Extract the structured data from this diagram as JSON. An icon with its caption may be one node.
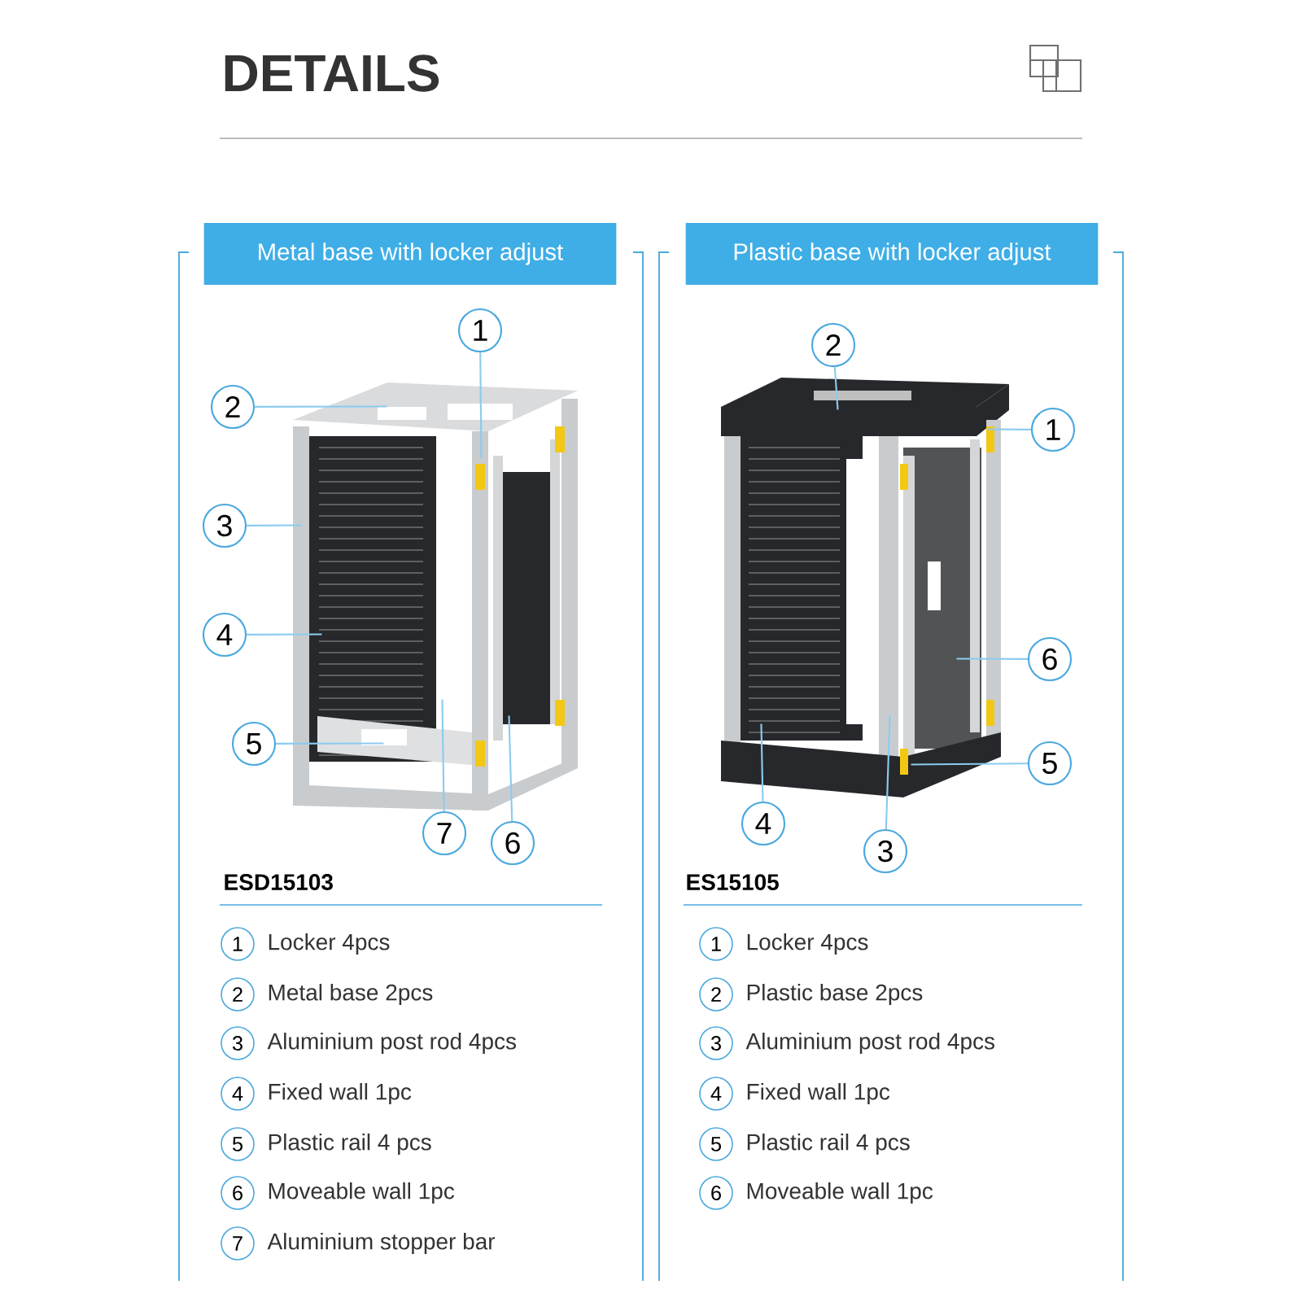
{
  "diagram": {
    "title": "DETAILS",
    "nodes": [
      {
        "text": [
          "Metal base with locker adjust"
        ]
      },
      {
        "text": [
          "Plastic base with locker adjust"
        ]
      },
      {
        "text": [
          "1"
        ]
      },
      {
        "text": [
          "2"
        ]
      },
      {
        "text": [
          "3"
        ]
      },
      {
        "text": [
          "4"
        ]
      },
      {
        "text": [
          "5"
        ]
      },
      {
        "text": [
          "6"
        ]
      },
      {
        "text": [
          "7"
        ]
      },
      {
        "text": [
          "1"
        ]
      },
      {
        "text": [
          "2"
        ]
      },
      {
        "text": [
          "3"
        ]
      },
      {
        "text": [
          "4"
        ]
      },
      {
        "text": [
          "5"
        ]
      },
      {
        "text": [
          "6"
        ]
      },
      {
        "text": [
          "1"
        ],
        "beside": [
          "Locker 4pcs"
        ]
      },
      {
        "text": [
          "2"
        ],
        "beside": [
          "Metal base 2pcs"
        ]
      },
      {
        "text": [
          "3"
        ],
        "beside": [
          "Aluminium post rod 4pcs"
        ]
      },
      {
        "text": [
          "4"
        ],
        "beside": [
          "Fixed wall 1pc"
        ]
      },
      {
        "text": [
          "5"
        ],
        "beside": [
          "Plastic rail 4 pcs"
        ]
      },
      {
        "text": [
          "6"
        ],
        "beside": [
          "Moveable wall 1pc"
        ]
      },
      {
        "text": [
          "7"
        ],
        "beside": [
          "Aluminium stopper bar"
        ]
      },
      {
        "text": [
          "1"
        ],
        "beside": [
          "Locker 4pcs"
        ]
      },
      {
        "text": [
          "2"
        ],
        "beside": [
          "Plastic base 2pcs"
        ]
      },
      {
        "text": [
          "3"
        ],
        "beside": [
          "Aluminium post rod 4pcs"
        ]
      },
      {
        "text": [
          "4"
        ],
        "beside": [
          "Fixed wall 1pc"
        ]
      },
      {
        "text": [
          "5"
        ],
        "beside": [
          "Plastic rail 4 pcs"
        ]
      },
      {
        "text": [
          "6"
        ],
        "beside": [
          "Moveable wall 1pc"
        ]
      },
      {
        "text": [],
        "shape": "picture"
      },
      {
        "text": [],
        "shape": "picture"
      }
    ],
    "edges": [
      {
        "from": 2,
        "to": 28,
        "arrow": "none"
      },
      {
        "from": 3,
        "to": 28,
        "arrow": "none"
      },
      {
        "from": 4,
        "to": 28,
        "arrow": "none"
      },
      {
        "from": 5,
        "to": 28,
        "arrow": "none"
      },
      {
        "from": 6,
        "to": 28,
        "arrow": "none"
      },
      {
        "from": 7,
        "to": 28,
        "arrow": "none"
      },
      {
        "from": 8,
        "to": 28,
        "arrow": "none"
      },
      {
        "from": 9,
        "to": 29,
        "arrow": "none"
      },
      {
        "from": 10,
        "to": 29,
        "arrow": "none"
      },
      {
        "from": 11,
        "to": 29,
        "arrow": "none"
      },
      {
        "from": 12,
        "to": 29,
        "arrow": "none"
      },
      {
        "from": 13,
        "to": 29,
        "arrow": "none"
      },
      {
        "from": 14,
        "to": 29,
        "arrow": "none"
      }
    ],
    "labels": [
      "ESD15103",
      "ES15105"
    ]
  }
}
